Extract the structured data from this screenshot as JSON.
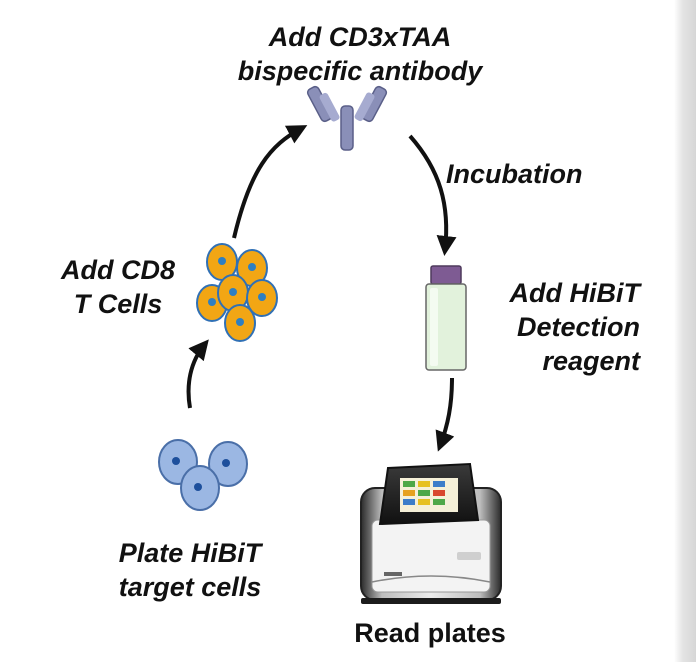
{
  "steps": {
    "antibody": {
      "line1": "Add CD3xTAA",
      "line2": "bispecific antibody"
    },
    "incubation": {
      "text": "Incubation"
    },
    "detection": {
      "line1": "Add HiBiT",
      "line2": "Detection",
      "line3": "reagent"
    },
    "tcells": {
      "line1": "Add CD8",
      "line2": "T Cells"
    },
    "target": {
      "line1": "Plate HiBiT",
      "line2": "target cells"
    },
    "read": {
      "text": "Read plates"
    }
  },
  "colors": {
    "antibody": "#8a8fb8",
    "tcell_fill": "#f2a614",
    "tcell_nucleus": "#2e7fc2",
    "target_fill": "#9bb7e3",
    "target_nucleus": "#1d4f9c",
    "vial_body": "#e2f2dc",
    "vial_cap": "#7e5b93"
  }
}
